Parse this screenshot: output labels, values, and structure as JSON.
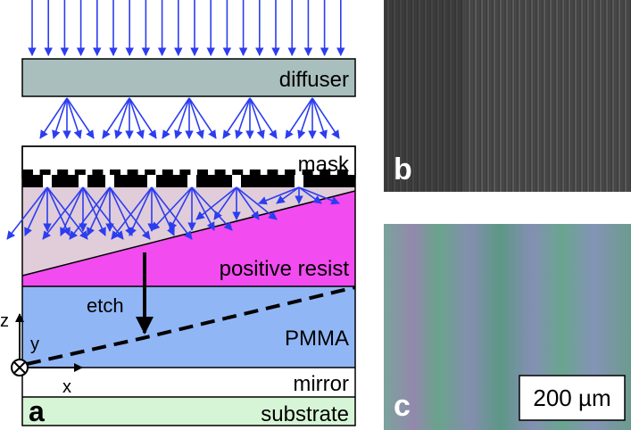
{
  "labels": {
    "diffuser": "diffuser",
    "mask": "mask",
    "positive_resist": "positive resist",
    "etch": "etch",
    "pmma": "PMMA",
    "mirror": "mirror",
    "substrate": "substrate",
    "axis_z": "z",
    "axis_y": "y",
    "axis_x": "x",
    "scale_bar": "200 µm"
  },
  "panels": {
    "a": "a",
    "b": "b",
    "c": "c"
  },
  "colors": {
    "diffuser": "#a9bfbe",
    "resist_exposed": "#e0cdd9",
    "resist": "#f24bf0",
    "pmma": "#90b6f5",
    "mirror": "#ffffff",
    "substrate": "#d6f5d6",
    "ray": "#2c3df0",
    "panel_b_bg": "#3a3a3a",
    "panel_c_bg": "#5d8f88"
  }
}
